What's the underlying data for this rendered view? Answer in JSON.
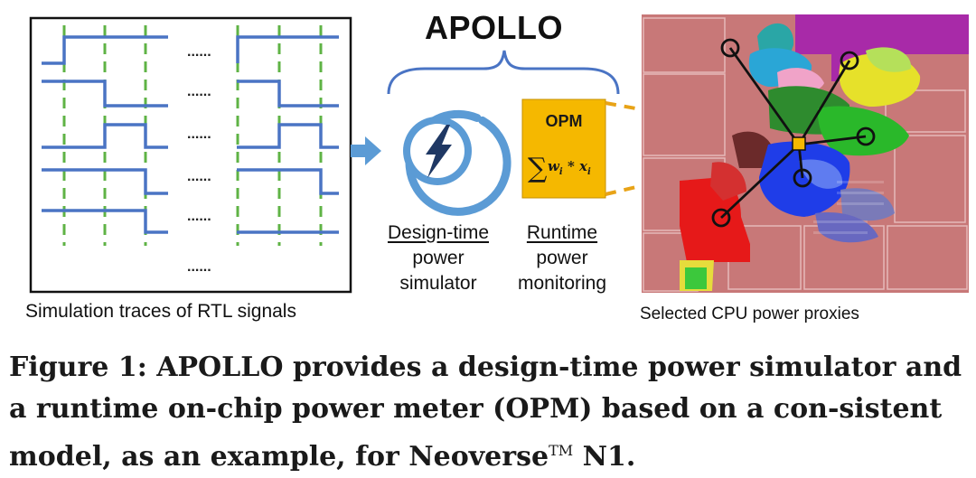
{
  "figure": {
    "title": "APOLLO",
    "traces_caption": "Simulation traces of RTL signals",
    "dots": "......",
    "opm": {
      "label": "OPM",
      "sum_symbol": "∑",
      "formula": "w",
      "formula_sub_i": "i",
      "formula_mid": " * x",
      "formula_sub_i2": "i"
    },
    "simulator": {
      "line1": "Design-time",
      "line2": "power",
      "line3": "simulator"
    },
    "monitor": {
      "line1": "Runtime",
      "line2": "power",
      "line3": "monitoring"
    },
    "proxies_caption": "Selected CPU power proxies",
    "colors": {
      "trace": "#4a74c4",
      "clock": "#5fb345",
      "simulator_ring": "#5b9bd5",
      "bolt": "#1f3864",
      "opm_fill": "#f5b800",
      "proxy_line": "#e8a317"
    }
  },
  "caption": {
    "prefix": "Figure 1: APOLLO provides a design-time power simulator and a runtime on-chip power meter (OPM) based on a con-sistent model, as an example, for Neoverse",
    "trademark": "TM",
    "suffix": " N1."
  }
}
